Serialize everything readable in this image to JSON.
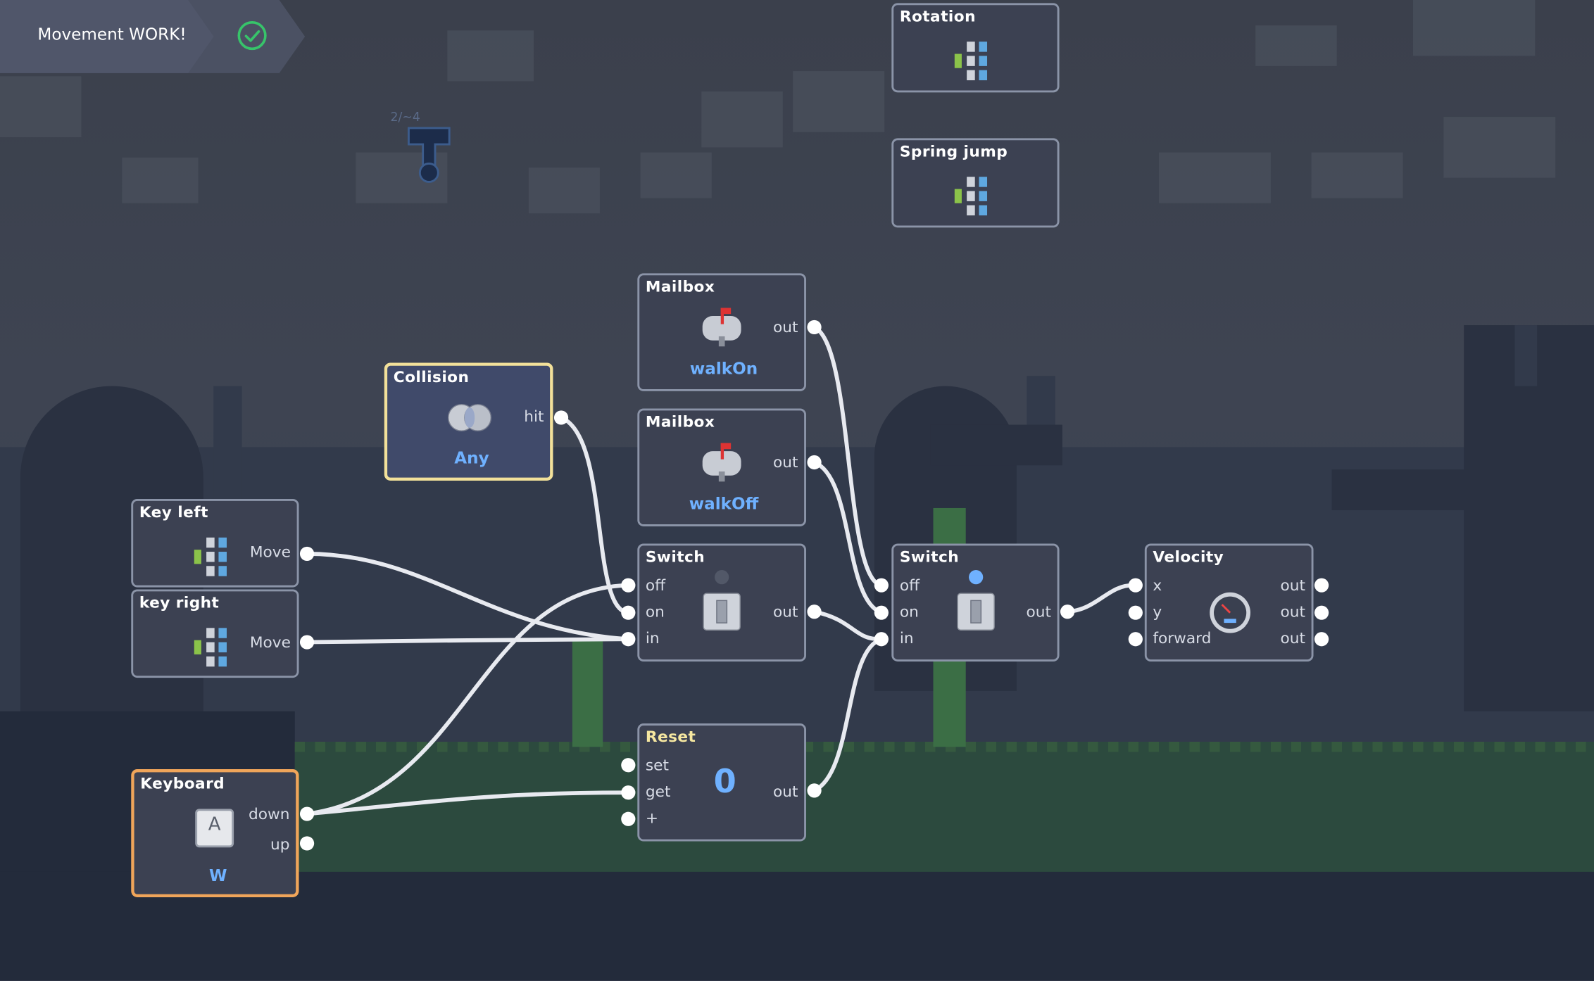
{
  "level": {
    "title": "Movement WORK!",
    "status_icon": "check-circle-icon",
    "accent": "#37c46a"
  },
  "hud": {
    "counter": "2/~4"
  },
  "nodes": {
    "rotation": {
      "title": "Rotation",
      "icon": "module-icon"
    },
    "spring_jump": {
      "title": "Spring jump",
      "icon": "module-icon"
    },
    "mailbox_walkon": {
      "title": "Mailbox",
      "out": "out",
      "name": "walkOn",
      "icon": "mailbox-icon"
    },
    "mailbox_walkoff": {
      "title": "Mailbox",
      "out": "out",
      "name": "walkOff",
      "icon": "mailbox-icon"
    },
    "collision": {
      "title": "Collision",
      "out": "hit",
      "name": "Any",
      "icon": "collision-icon"
    },
    "key_left": {
      "title": "Key left",
      "out": "Move",
      "icon": "module-icon"
    },
    "key_right": {
      "title": "key right",
      "out": "Move",
      "icon": "module-icon"
    },
    "switch1": {
      "title": "Switch",
      "inputs": [
        "off",
        "on",
        "in"
      ],
      "out": "out",
      "icon": "switch-icon"
    },
    "switch2": {
      "title": "Switch",
      "inputs": [
        "off",
        "on",
        "in"
      ],
      "out": "out",
      "icon": "switch-icon"
    },
    "velocity": {
      "title": "Velocity",
      "inputs": [
        "x",
        "y",
        "forward"
      ],
      "outputs": [
        "out",
        "out",
        "out"
      ],
      "icon": "speedometer-icon"
    },
    "reset": {
      "title": "Reset",
      "inputs": [
        "set",
        "get",
        "+"
      ],
      "value": "0",
      "out": "out"
    },
    "keyboard": {
      "title": "Keyboard",
      "key": "A",
      "outputs": [
        "down",
        "up"
      ],
      "name": "W",
      "icon": "key-icon"
    }
  },
  "colors": {
    "node_bg": "#3c4152",
    "node_border": "#8b94a8",
    "wire": "#e8eaf0",
    "label_blue": "#6fb1ff",
    "selected_yellow": "#f3e19a",
    "selected_orange": "#f0a55a"
  }
}
